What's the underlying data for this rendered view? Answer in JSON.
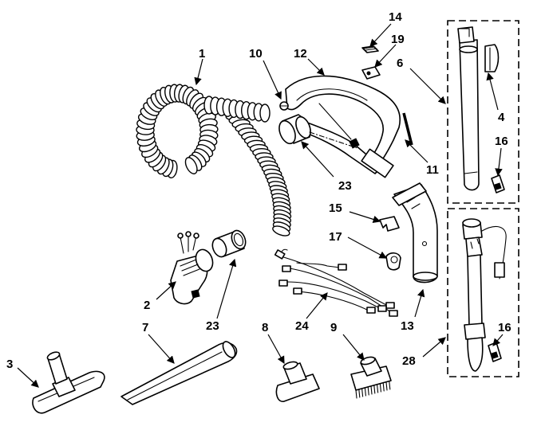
{
  "callouts": {
    "c1": "1",
    "c2": "2",
    "c3": "3",
    "c4": "4",
    "c6": "6",
    "c7": "7",
    "c8": "8",
    "c9": "9",
    "c10": "10",
    "c11": "11",
    "c12": "12",
    "c13": "13",
    "c14": "14",
    "c15": "15",
    "c16a": "16",
    "c16b": "16",
    "c17": "17",
    "c19": "19",
    "c23a": "23",
    "c23b": "23",
    "c24": "24",
    "c28": "28"
  }
}
